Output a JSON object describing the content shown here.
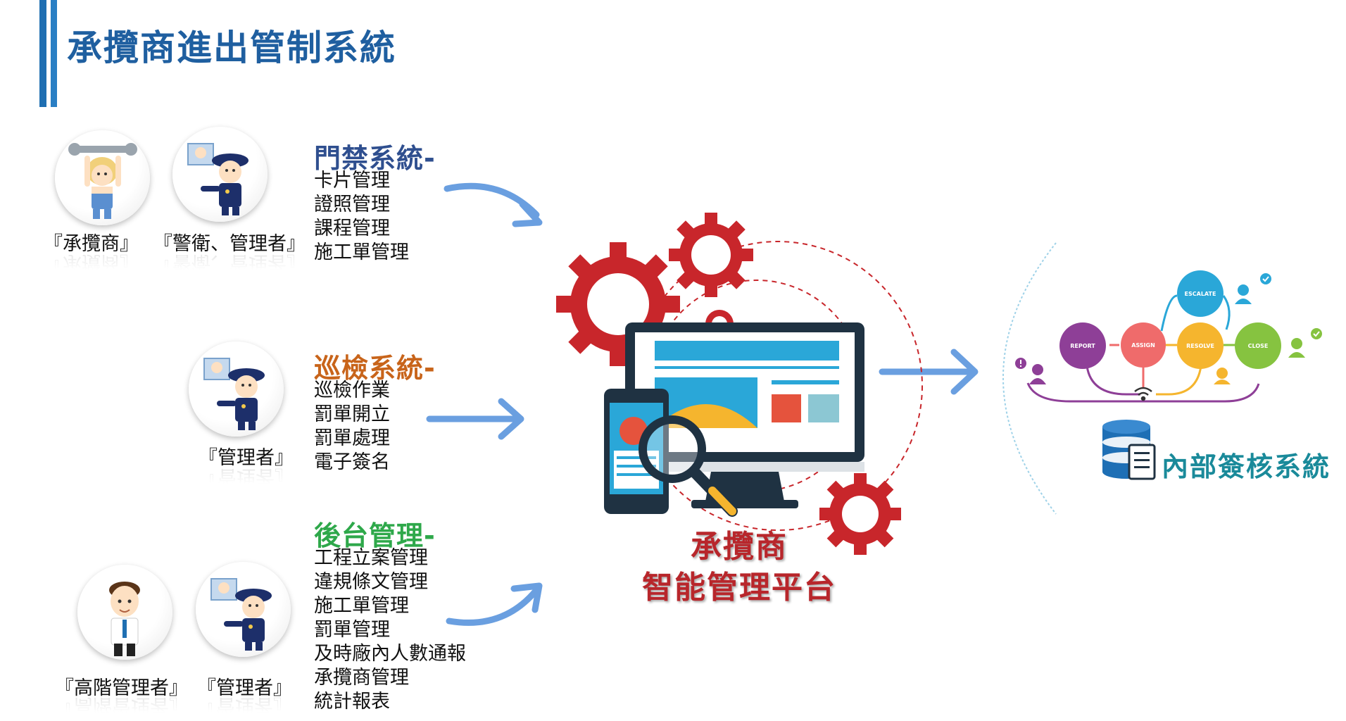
{
  "title": "承攬商進出管制系統",
  "sections": [
    {
      "title": "門禁系統-",
      "color": "#2f4f8f",
      "items": [
        "卡片管理",
        "證照管理",
        "課程管理",
        "施工單管理"
      ],
      "roles": [
        "『承攬商』",
        "『警衛、管理者』"
      ]
    },
    {
      "title": "巡檢系統-",
      "color": "#c8641a",
      "items": [
        "巡檢作業",
        "罰單開立",
        "罰單處理",
        "電子簽名"
      ],
      "roles": [
        "『管理者』"
      ]
    },
    {
      "title": "後台管理-",
      "color": "#2ea84a",
      "items": [
        "工程立案管理",
        "違規條文管理",
        "施工單管理",
        "罰單管理",
        "及時廠內人數通報",
        "承攬商管理",
        "統計報表"
      ],
      "roles": [
        "『高階管理者』",
        "『管理者』"
      ]
    }
  ],
  "platform": {
    "line1": "承攬商",
    "line2": "智能管理平台"
  },
  "workflow": {
    "steps": [
      "REPORT",
      "ASSIGN",
      "ESCALATE",
      "RESOLVE",
      "CLOSE"
    ],
    "colors": {
      "REPORT": "#8e3f97",
      "ASSIGN": "#ef6b6b",
      "ESCALATE": "#2aa7d8",
      "RESOLVE": "#f5b52e",
      "CLOSE": "#86c340"
    }
  },
  "internal_system": "內部簽核系統",
  "icons": [
    "worker-icon",
    "guard-icon",
    "manager-icon",
    "gear-icon",
    "monitor-icon",
    "phone-icon",
    "magnifier-icon",
    "database-icon",
    "document-icon",
    "wifi-icon",
    "person-icon"
  ]
}
